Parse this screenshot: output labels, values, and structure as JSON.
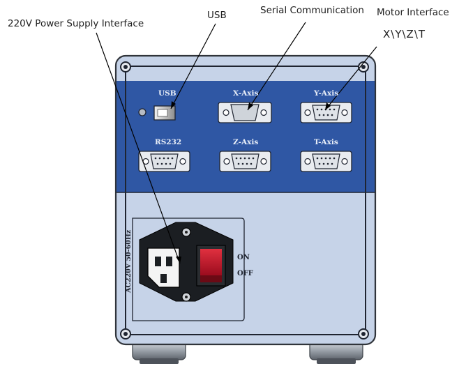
{
  "callouts": {
    "power": "220V Power Supply Interface",
    "usb": "USB",
    "serial": "Serial Communication",
    "motor": "Motor Interface",
    "motor_axes": "X\\Y\\Z\\T"
  },
  "panel": {
    "usb_label": "USB",
    "x_axis": "X-Axis",
    "y_axis": "Y-Axis",
    "rs232": "RS232",
    "z_axis": "Z-Axis",
    "t_axis": "T-Axis",
    "voltage": "AC220V 50-60Hz",
    "on": "ON",
    "off": "OFF"
  },
  "colors": {
    "panel_blue": "#2f57a4",
    "panel_gray": "#c6d3e8",
    "switch_red": "#c8102e"
  }
}
